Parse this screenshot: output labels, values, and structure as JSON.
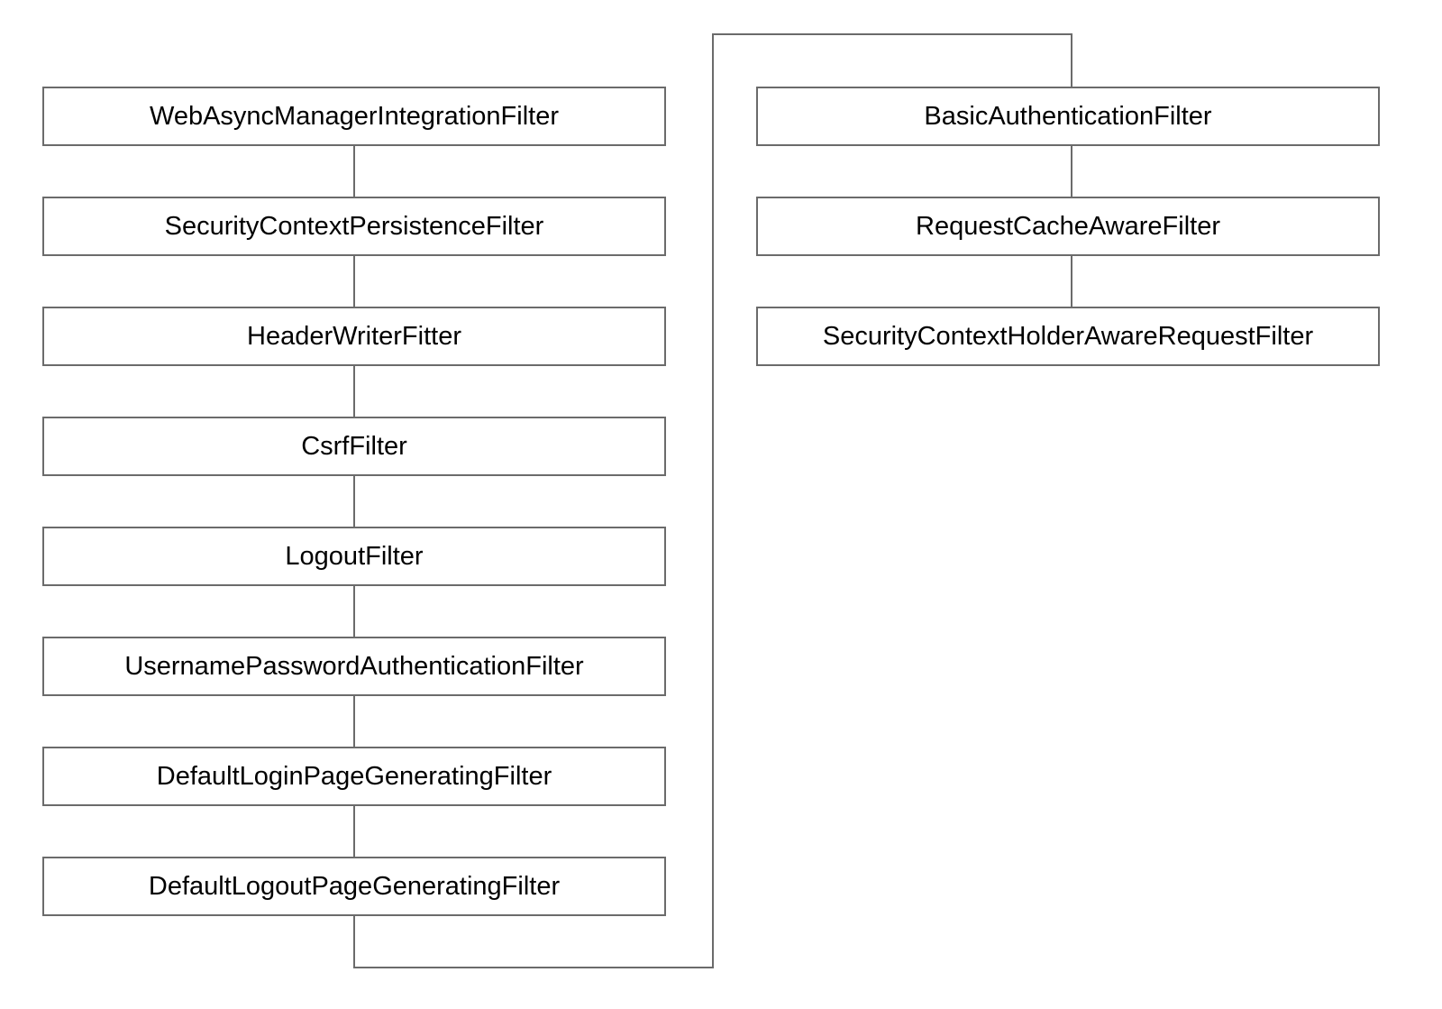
{
  "diagram": {
    "type": "filter-chain-flow",
    "line_color": "#6b6b6b",
    "left_column": [
      "WebAsyncManagerIntegrationFilter",
      "SecurityContextPersistenceFilter",
      "HeaderWriterFitter",
      "CsrfFilter",
      "LogoutFilter",
      "UsernamePasswordAuthenticationFilter",
      "DefaultLoginPageGeneratingFilter",
      "DefaultLogoutPageGeneratingFilter"
    ],
    "right_column": [
      "BasicAuthenticationFilter",
      "RequestCacheAwareFilter",
      "SecurityContextHolderAwareRequestFilter"
    ],
    "connections": [
      [
        "WebAsyncManagerIntegrationFilter",
        "SecurityContextPersistenceFilter"
      ],
      [
        "SecurityContextPersistenceFilter",
        "HeaderWriterFitter"
      ],
      [
        "HeaderWriterFitter",
        "CsrfFilter"
      ],
      [
        "CsrfFilter",
        "LogoutFilter"
      ],
      [
        "LogoutFilter",
        "UsernamePasswordAuthenticationFilter"
      ],
      [
        "UsernamePasswordAuthenticationFilter",
        "DefaultLoginPageGeneratingFilter"
      ],
      [
        "DefaultLoginPageGeneratingFilter",
        "DefaultLogoutPageGeneratingFilter"
      ],
      [
        "DefaultLogoutPageGeneratingFilter",
        "BasicAuthenticationFilter"
      ],
      [
        "BasicAuthenticationFilter",
        "RequestCacheAwareFilter"
      ],
      [
        "RequestCacheAwareFilter",
        "SecurityContextHolderAwareRequestFilter"
      ]
    ]
  }
}
